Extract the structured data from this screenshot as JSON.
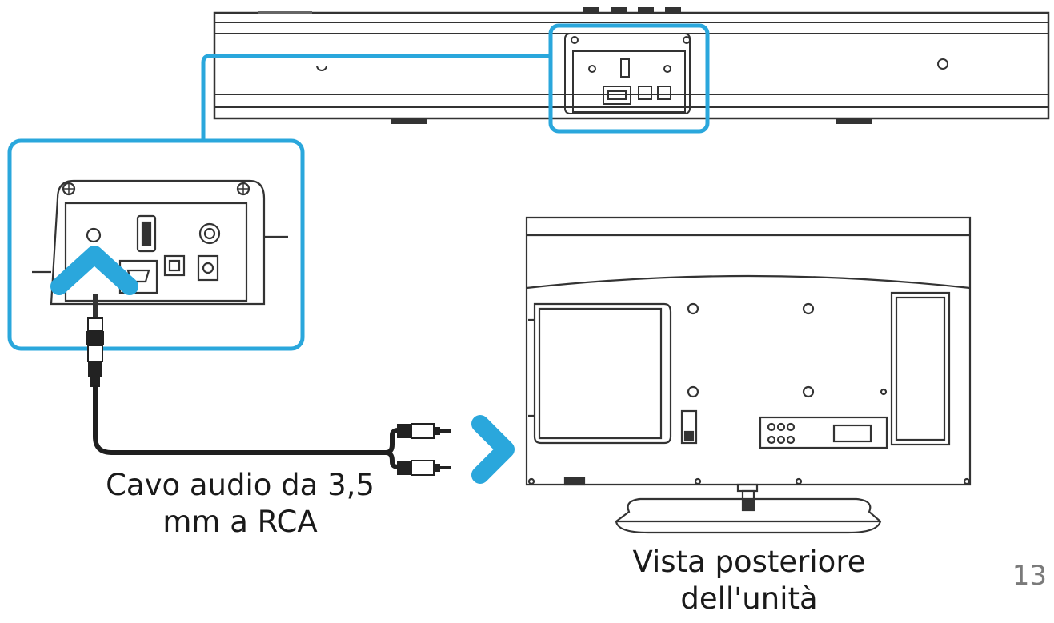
{
  "captions": {
    "cable": {
      "line1": "Cavo audio da 3,5",
      "line2": "mm a RCA"
    },
    "unit_view": {
      "line1": "Vista posteriore",
      "line2": "dell'unità"
    }
  },
  "page_number": "13",
  "colors": {
    "accent": "#2aa7dc",
    "line": "#333333",
    "text": "#1a1a1a",
    "page_number": "#7a7a7a"
  },
  "icons": {
    "up": "chevron-up-icon",
    "right": "chevron-right-icon"
  }
}
